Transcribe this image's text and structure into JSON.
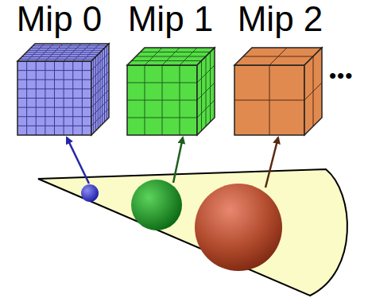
{
  "diagram": {
    "nodes": [
      {
        "text": [
          "Mip 0"
        ]
      },
      {
        "text": [
          "Mip 1"
        ]
      },
      {
        "text": [
          "Mip 2"
        ]
      }
    ],
    "labels": [
      "•••"
    ]
  }
}
